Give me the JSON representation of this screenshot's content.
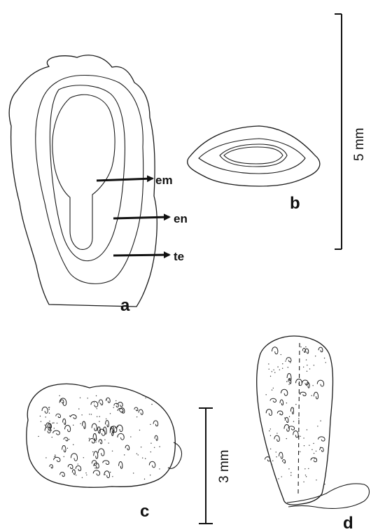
{
  "labels": {
    "embryo": "em",
    "endosperm": "en",
    "testa": "te",
    "panel_a": "a",
    "panel_b": "b",
    "panel_c": "c",
    "panel_d": "d"
  },
  "scale_bars": {
    "upper": "5 mm",
    "lower": "3 mm"
  },
  "colors": {
    "line": "#1a1a1a",
    "background": "#ffffff"
  }
}
